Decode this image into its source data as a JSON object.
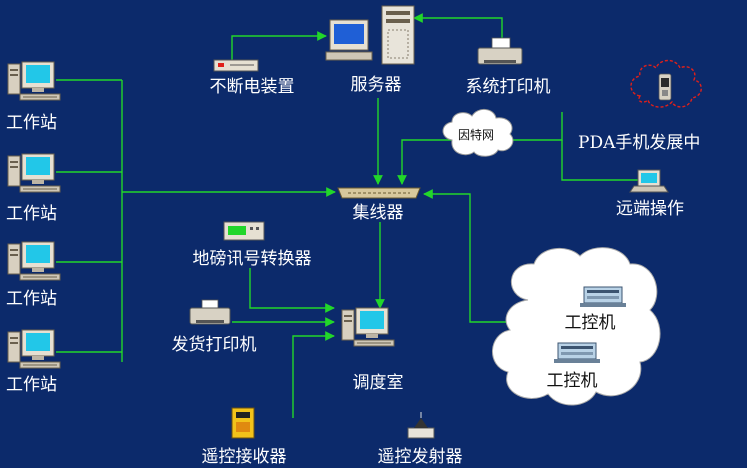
{
  "labels": {
    "ups": "不断电装置",
    "server": "服务器",
    "system_printer": "系统打印机",
    "pda": "PDA手机发展中",
    "internet": "因特网",
    "remote_op": "远端操作",
    "hub": "集线器",
    "weighbridge_converter": "地磅讯号转换器",
    "shipping_printer": "发货打印机",
    "dispatch_room": "调度室",
    "remote_receiver": "遥控接收器",
    "remote_transmitter": "遥控发射器",
    "industrial_pc_1": "工控机",
    "industrial_pc_2": "工控机",
    "workstation_1": "工作站",
    "workstation_2": "工作站",
    "workstation_3": "工作站",
    "workstation_4": "工作站"
  },
  "colors": {
    "background": "#0c2a6b",
    "connection": "#22d62a",
    "arrow": "#22d62a",
    "label": "#ffffff",
    "cloud_fill": "#ffffff",
    "cloud_outline": "#e0201a"
  },
  "icons": {
    "workstation": "desktop-computer-icon",
    "server": "server-tower-icon",
    "printer": "printer-icon",
    "hub": "network-hub-icon",
    "ups": "ups-device-icon",
    "pda": "pda-phone-icon",
    "laptop": "laptop-icon",
    "converter": "signal-converter-icon",
    "industrial_pc": "industrial-pc-icon",
    "receiver": "remote-receiver-icon",
    "transmitter": "remote-transmitter-icon"
  }
}
